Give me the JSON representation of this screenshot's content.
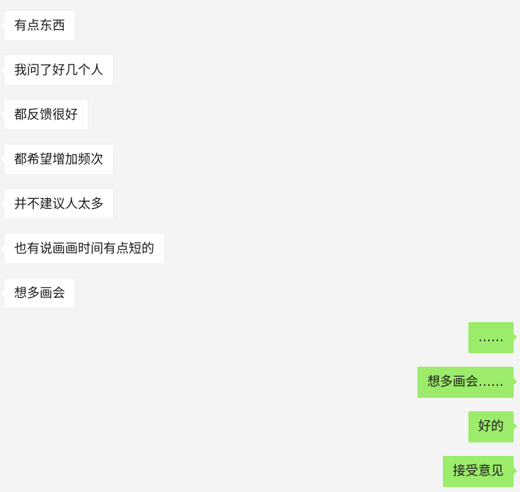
{
  "colors": {
    "background": "#f4f4f4",
    "incoming_bubble": "#ffffff",
    "outgoing_bubble": "#9ceb6b",
    "text": "#1a1a1a"
  },
  "messages": [
    {
      "side": "in",
      "text": "有点东西"
    },
    {
      "side": "in",
      "text": "我问了好几个人"
    },
    {
      "side": "in",
      "text": "都反馈很好"
    },
    {
      "side": "in",
      "text": "都希望增加频次"
    },
    {
      "side": "in",
      "text": "并不建议人太多"
    },
    {
      "side": "in",
      "text": "也有说画画时间有点短的"
    },
    {
      "side": "in",
      "text": "想多画会"
    },
    {
      "side": "out",
      "text": "……"
    },
    {
      "side": "out",
      "text": "想多画会……"
    },
    {
      "side": "out",
      "text": "好的"
    },
    {
      "side": "out",
      "text": "接受意见"
    }
  ]
}
